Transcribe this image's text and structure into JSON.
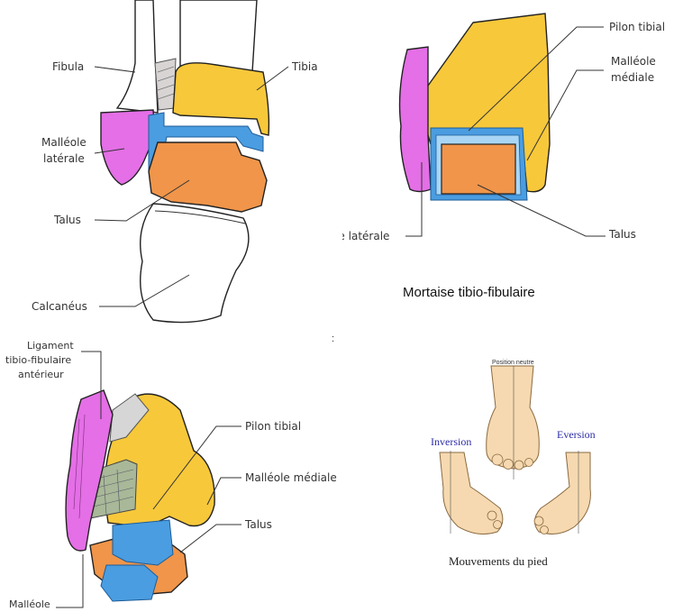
{
  "panels": {
    "frontal_view": {
      "labels": {
        "fibula": "Fibula",
        "tibia": "Tibia",
        "lateral_malleolus_1": "Malléole",
        "lateral_malleolus_2": "latérale",
        "talus": "Talus",
        "calcaneus": "Calcanéus"
      }
    },
    "mortise": {
      "labels": {
        "tibial_plafond": "Pilon tibial",
        "medial_malleolus_1": "Malléole",
        "medial_malleolus_2": "médiale",
        "lateral_malleolus": "Malléole latérale",
        "talus": "Talus"
      },
      "caption": "Mortaise tibio-fibulaire"
    },
    "oblique_view": {
      "labels": {
        "ligament_1": "Ligament",
        "ligament_2": "tibio-fibulaire",
        "ligament_3": "antérieur",
        "tibial_plafond": "Pilon tibial",
        "medial_malleolus": "Malléole médiale",
        "talus": "Talus",
        "malleolus": "Malléole"
      }
    },
    "foot_movements": {
      "neutral": "Position neutre",
      "inversion": "Inversion",
      "eversion": "Eversion",
      "caption": "Mouvements du pied"
    }
  },
  "separator_mark": ":",
  "colors": {
    "tibia": "#f7c83a",
    "fibula_malleolus": "#e46fe6",
    "talus": "#f0954a",
    "cartilage": "#4a9de0",
    "cartilage_light": "#a9d6f5",
    "ligament": "#a8b898",
    "skin": "#f6d9b0",
    "label_blue": "#2c2ca8"
  }
}
